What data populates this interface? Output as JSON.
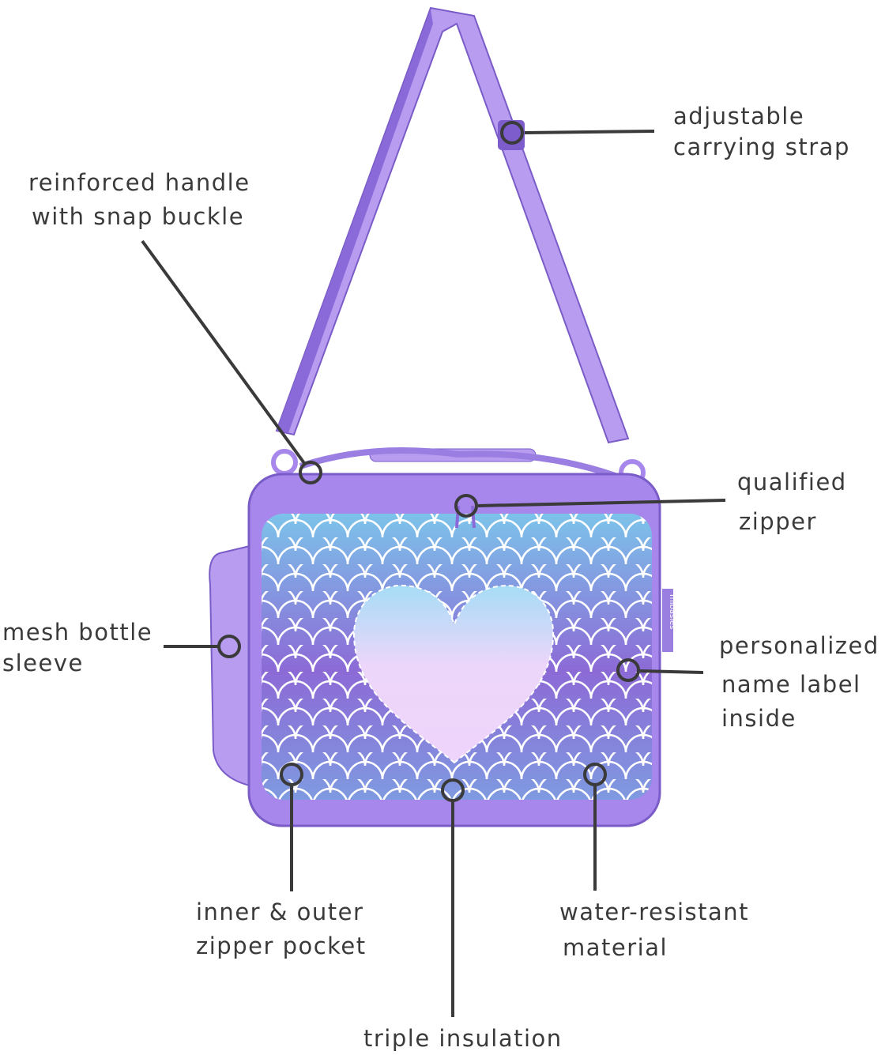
{
  "title": "Lunch bag feature diagram",
  "brand_tag": "mibasies",
  "colors": {
    "strap": "#b89cf0",
    "strap_dark": "#8a6ad8",
    "body": "#a887ec",
    "panel_top": "#7cc3ea",
    "panel_bottom": "#8c6ad6",
    "heart_top": "#a6dcf6",
    "heart_bottom": "#eed8fb",
    "callout": "#3a3a3a"
  },
  "callouts": {
    "strap": {
      "line1": "adjustable",
      "line2": "carrying strap"
    },
    "handle": {
      "line1": "reinforced handle",
      "line2": "with snap buckle"
    },
    "zipper": {
      "line1": "qualified",
      "line2": "zipper"
    },
    "mesh": {
      "line1": "mesh bottle",
      "line2": "sleeve"
    },
    "label": {
      "line1": "personalized",
      "line2": "name  label",
      "line3": "inside"
    },
    "pocket": {
      "line1": "inner & outer",
      "line2": "zipper pocket"
    },
    "insulation": {
      "line1": "triple insulation"
    },
    "water": {
      "line1": "water-resistant",
      "line2": "material"
    }
  }
}
